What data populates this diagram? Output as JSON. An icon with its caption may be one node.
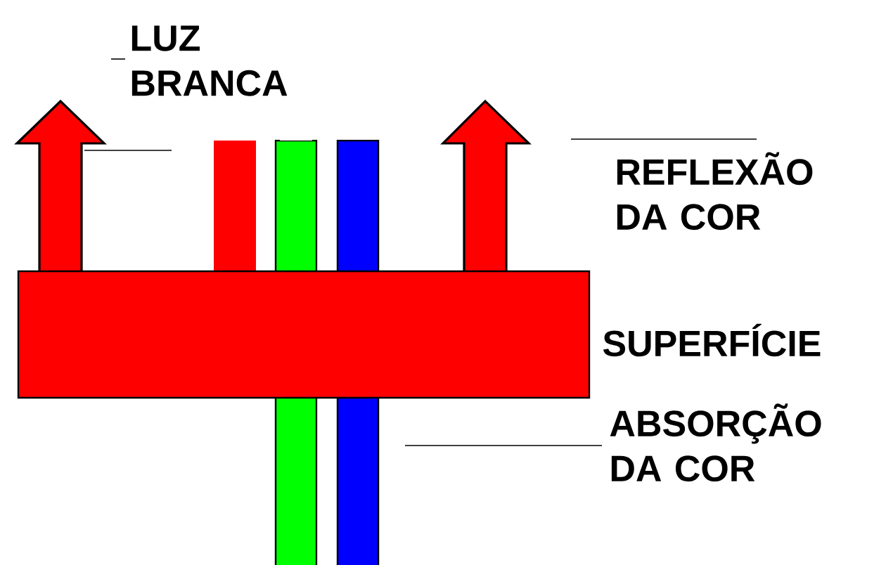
{
  "diagram": {
    "labels": [
      "LUZ BRANCA",
      "REFLEXÃO DA COR",
      "SUPERFÍCIE",
      "ABSORÇÃO DA COR"
    ]
  }
}
